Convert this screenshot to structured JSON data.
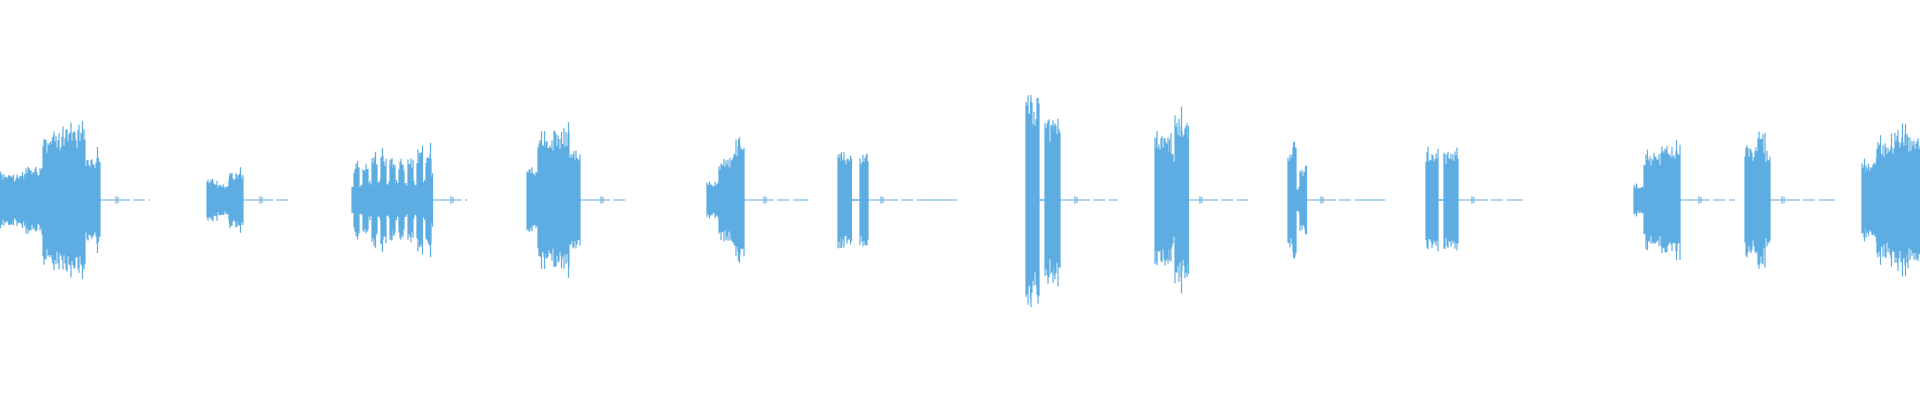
{
  "waveform": {
    "color": "#5DADE2",
    "background": "#FFFFFF",
    "peak_normalized": 1.0,
    "bursts": [
      {
        "name": "burst-1",
        "amplitude": 0.72,
        "texture": "dense"
      },
      {
        "name": "burst-2",
        "amplitude": 0.28,
        "texture": "dense"
      },
      {
        "name": "burst-3",
        "amplitude": 0.48,
        "texture": "striped"
      },
      {
        "name": "burst-4",
        "amplitude": 0.68,
        "texture": "dense"
      },
      {
        "name": "burst-5",
        "amplitude": 0.58,
        "texture": "dense"
      },
      {
        "name": "burst-6",
        "amplitude": 0.45,
        "texture": "dense"
      },
      {
        "name": "burst-7",
        "amplitude": 1.0,
        "texture": "dense"
      },
      {
        "name": "burst-8",
        "amplitude": 0.8,
        "texture": "dense"
      },
      {
        "name": "burst-9",
        "amplitude": 0.62,
        "texture": "dense"
      },
      {
        "name": "burst-10",
        "amplitude": 0.5,
        "texture": "dense"
      },
      {
        "name": "burst-11",
        "amplitude": 0.56,
        "texture": "dense"
      },
      {
        "name": "burst-12",
        "amplitude": 0.64,
        "texture": "dense"
      },
      {
        "name": "burst-13",
        "amplitude": 0.66,
        "texture": "dense"
      }
    ]
  }
}
